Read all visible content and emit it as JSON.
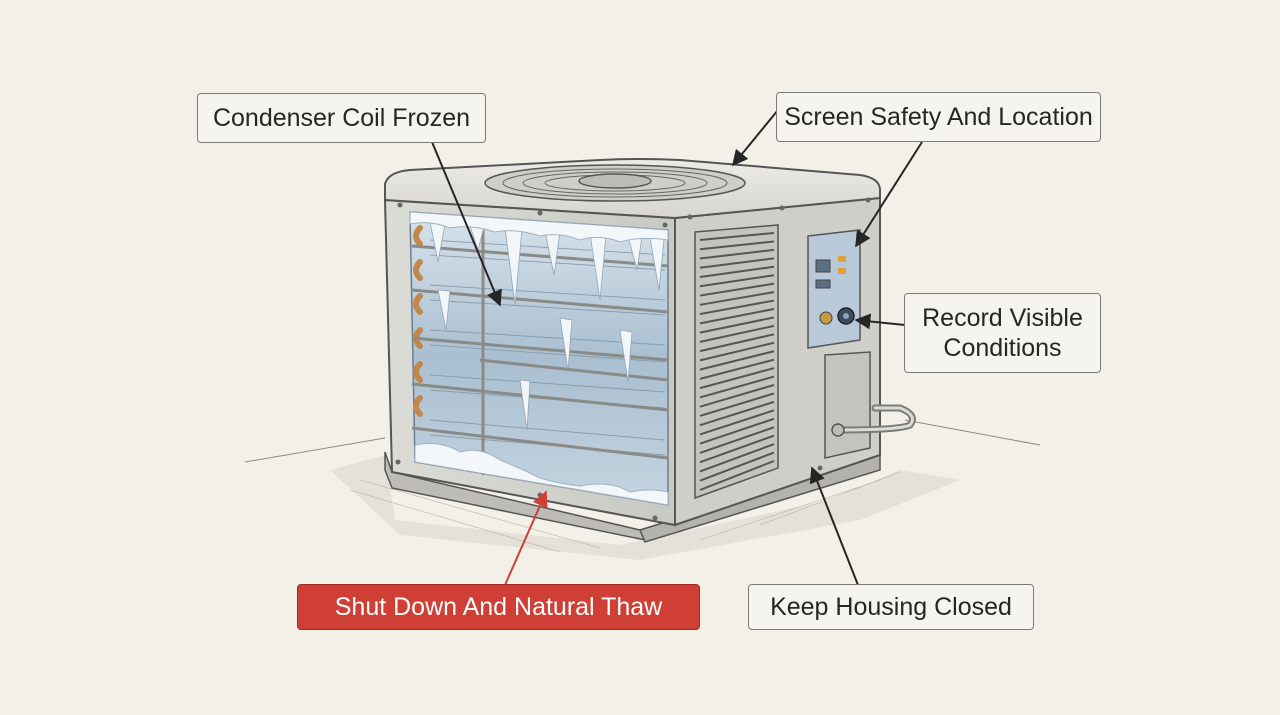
{
  "colors": {
    "background": "#f3f0e8",
    "alert": "#cf3f35",
    "housing": "#d9d8d2",
    "ice": "#b9cbd9",
    "panel": "#b8c9d9",
    "outline": "#555555"
  },
  "callouts": {
    "coil": {
      "label": "Condenser Coil Frozen"
    },
    "screen": {
      "label": "Screen Safety And Location"
    },
    "record": {
      "label": "Record Visible\nConditions"
    },
    "shutdown": {
      "label": "Shut Down And Natural Thaw"
    },
    "housing": {
      "label": "Keep Housing Closed"
    }
  }
}
